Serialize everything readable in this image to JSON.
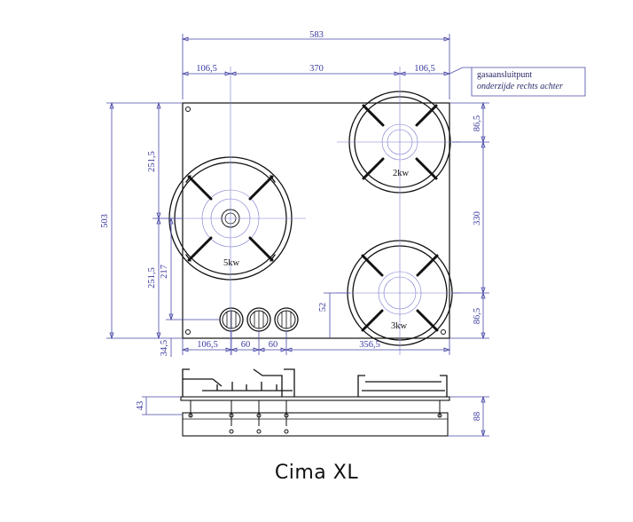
{
  "title": "Cima XL",
  "note": {
    "line1": "gasaansluitpunt",
    "line2": "onderzijde rechts achter"
  },
  "burners": {
    "left": "5kw",
    "top_right": "2kw",
    "bottom_right": "3kw"
  },
  "dimensions": {
    "overall_width": "583",
    "left_offset": "106,5",
    "center_span": "370",
    "right_offset": "106,5",
    "right_top": "86,5",
    "right_mid": "330",
    "right_bottom": "86,5",
    "overall_height": "503",
    "left_upper": "251,5",
    "left_lower": "251,5",
    "knob_height": "217",
    "bottom_offset": "34,5",
    "knob_offset": "52",
    "bottom_left": "106,5",
    "knob_spacing_1": "60",
    "knob_spacing_2": "60",
    "bottom_right": "356,5",
    "side_left_height": "43",
    "side_right_height": "88"
  }
}
